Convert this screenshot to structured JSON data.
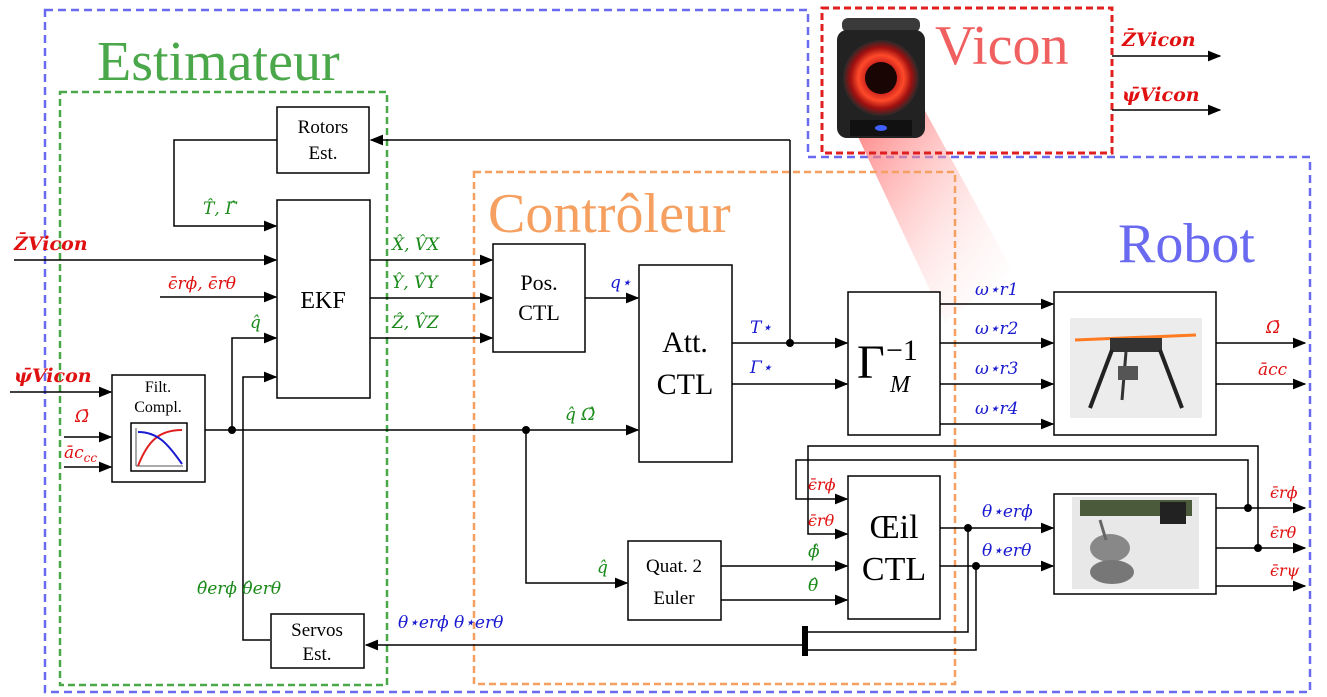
{
  "colors": {
    "robot": "#6a6af0",
    "vicon": "#e02020",
    "estimator": "#4aa84a",
    "controller": "#f5a060",
    "signal_red": "#e01010",
    "signal_green": "#1a8a1a",
    "signal_blue": "#1a1ad0"
  },
  "regions": {
    "vicon": "Vicon",
    "estimator": "Estimateur",
    "controller": "Contrôleur",
    "robot": "Robot"
  },
  "blocks": {
    "rotors_est": [
      "Rotors",
      "Est."
    ],
    "ekf": "EKF",
    "filt_compl": [
      "Filt.",
      "Compl."
    ],
    "servos_est": [
      "Servos",
      "Est."
    ],
    "pos_ctl": [
      "Pos.",
      "CTL"
    ],
    "att_ctl": [
      "Att.",
      "CTL"
    ],
    "gamma_inv": "Γ",
    "gamma_sup": "−1",
    "gamma_sub": "M",
    "quat_euler": [
      "Quat. 2",
      "Euler"
    ],
    "oeil_ctl": [
      "Œil",
      "CTL"
    ]
  },
  "signals": {
    "z_vicon_top": "Z̄Vicon",
    "psi_vicon_top": "ψ̄Vicon",
    "z_vicon_in": "Z̄Vicon",
    "psi_vicon_in": "ψ̄Vicon",
    "eps_in": "ϵ̄rϕ,  ϵ̄rθ",
    "omega_in": "Ω̄",
    "acc_in": "āc",
    "acc_sub": "cc",
    "t_gamma_hat": "T̂,  Γ̂",
    "q_hat_ekf": "q̂",
    "x_hat": "X̂,  V̂X",
    "y_hat": "Ŷ,  V̂Y",
    "z_hat": "Ẑ,  V̂Z",
    "q_star": "q⋆",
    "T_star": "T⋆",
    "Gamma_star": "Γ⋆",
    "q_hat_omega": "q̂    Ω̂",
    "q_hat_quat": "q̂",
    "omega_r1": "ω⋆r1",
    "omega_r2": "ω⋆r2",
    "omega_r3": "ω⋆r3",
    "omega_r4": "ω⋆r4",
    "omega_out": "Ω̄",
    "acc_out": "ācc",
    "eps_phi_in": "ϵ̄rϕ",
    "eps_theta_in": "ϵ̄rθ",
    "phi_hat": "ϕ̂",
    "theta_hat": "θ̂",
    "theta_erphi_star": "θ⋆erϕ",
    "theta_ertheta_star": "θ⋆erθ",
    "eps_phi_out": "ϵ̄rϕ",
    "eps_theta_out": "ϵ̄rθ",
    "eps_psi_out": "ϵ̄rψ",
    "theta_hat_er": "θ̂erϕ  θ̂erθ",
    "theta_star_er": "θ⋆erϕ  θ⋆erθ"
  }
}
